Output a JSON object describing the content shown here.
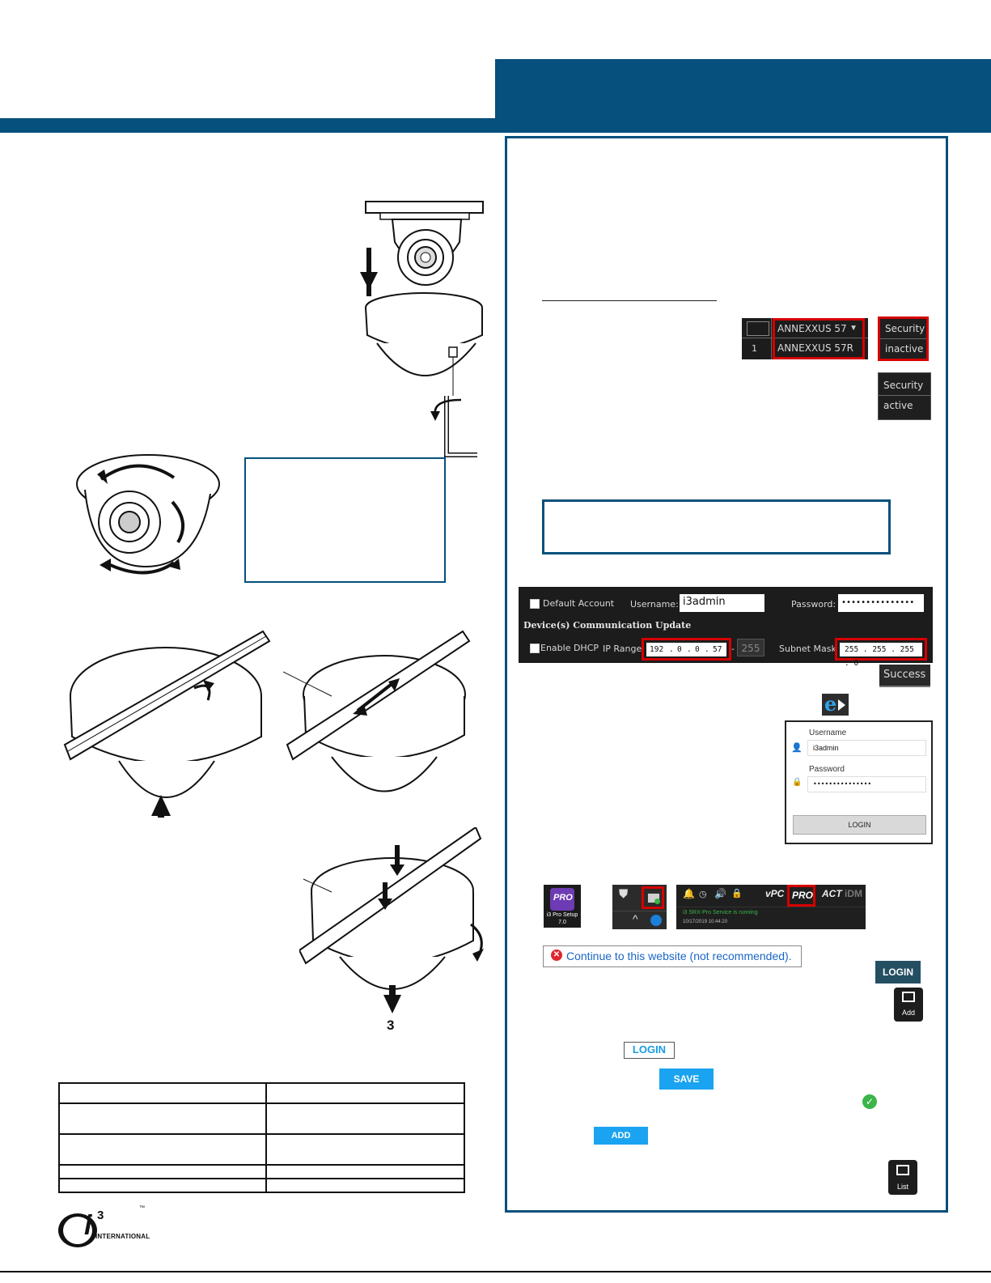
{
  "camera_model_list": {
    "row_index": "1",
    "model_a": "ANNEXXUS 57",
    "model_b": "ANNEXXUS 57R"
  },
  "security_status": {
    "inactive": [
      "Security",
      "inactive"
    ],
    "active": [
      "Security",
      "active"
    ]
  },
  "device_comm": {
    "default_account": "Default Account",
    "username_label": "Username:",
    "username_value": "i3admin",
    "password_label": "Password:",
    "password_value": "•••••••••••••••",
    "section_title": "Device(s) Communication Update",
    "enable_dhcp": "Enable DHCP",
    "ip_range_label": "IP Range:",
    "ip_octets": [
      "192",
      "0",
      "0",
      "57"
    ],
    "ip_end": "255",
    "subnet_label": "Subnet Mask:",
    "subnet_value": "255 . 255 . 255 . 0"
  },
  "success_badge": "Success",
  "web_login": {
    "username_label": "Username",
    "username_value": "i3admin",
    "password_label": "Password",
    "password_value": "•••••••••••••••",
    "login_button": "LOGIN"
  },
  "pro_setup_icon": {
    "line1": "i3 Pro Setup",
    "line2": "7.0"
  },
  "tray": {
    "service_status": "i3 SRX-Pro Service is running",
    "timestamp": "10/17/2019 10:44:20",
    "vpc": "vPC",
    "act": "ACT",
    "idm": "iDM"
  },
  "ie_warning": "Continue to this website (not recommended).",
  "buttons": {
    "login_dark": "LOGIN",
    "add_icon": "Add",
    "login_outline": "LOGIN",
    "save": "SAVE",
    "add": "ADD",
    "list_icon": "List"
  },
  "figure_label": "3",
  "logo": {
    "brand": "i",
    "sup": "3",
    "sub": "INTERNATIONAL",
    "tm": "™"
  }
}
